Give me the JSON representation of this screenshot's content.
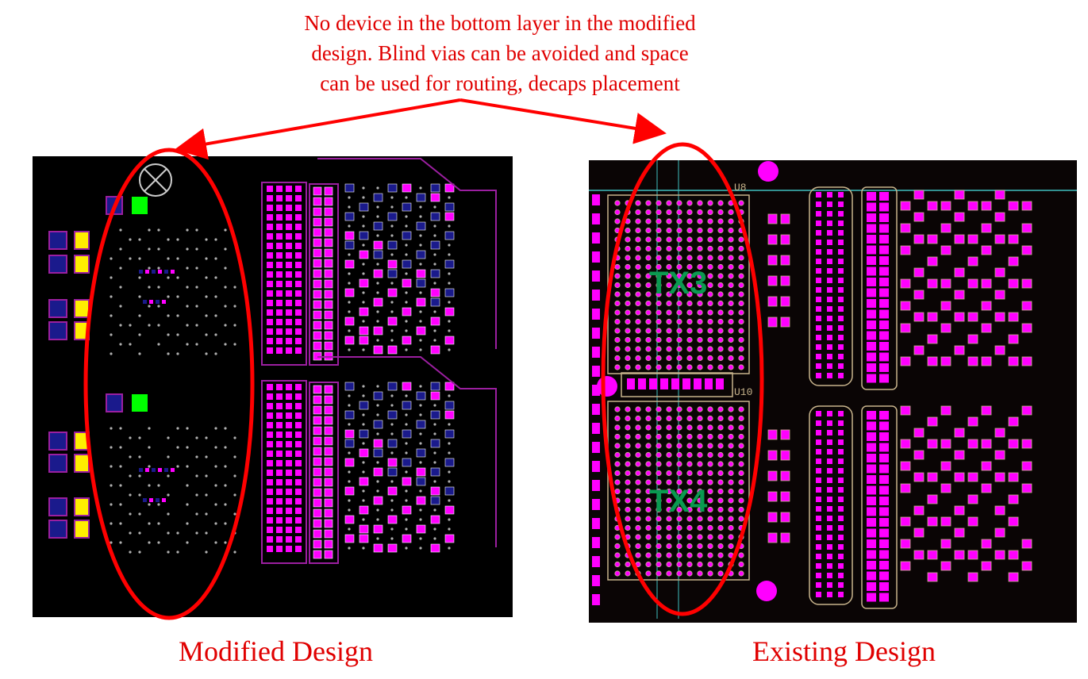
{
  "annotation": {
    "lines": [
      "No device in the bottom layer in the modified",
      "design. Blind vias can be avoided and space",
      "can be used for routing, decaps placement"
    ],
    "color": "#e00000"
  },
  "left_panel": {
    "caption": "Modified Design",
    "colors": {
      "board": "#000000",
      "pad": "#ff00ff",
      "outline": "#9b1fa0",
      "blue": "#1a1a8c",
      "yellow": "#ffee00",
      "green": "#00ff00",
      "via": "#b0b0b0"
    }
  },
  "right_panel": {
    "caption": "Existing Design",
    "labels": {
      "tx3": "TX3",
      "tx4": "TX4",
      "u8": "U8",
      "u10": "U10"
    },
    "colors": {
      "board": "#0a0505",
      "pad": "#ff00ff",
      "silk": "#c8b48c",
      "text": "#0a9a50",
      "trace": "#40c0c0"
    }
  }
}
